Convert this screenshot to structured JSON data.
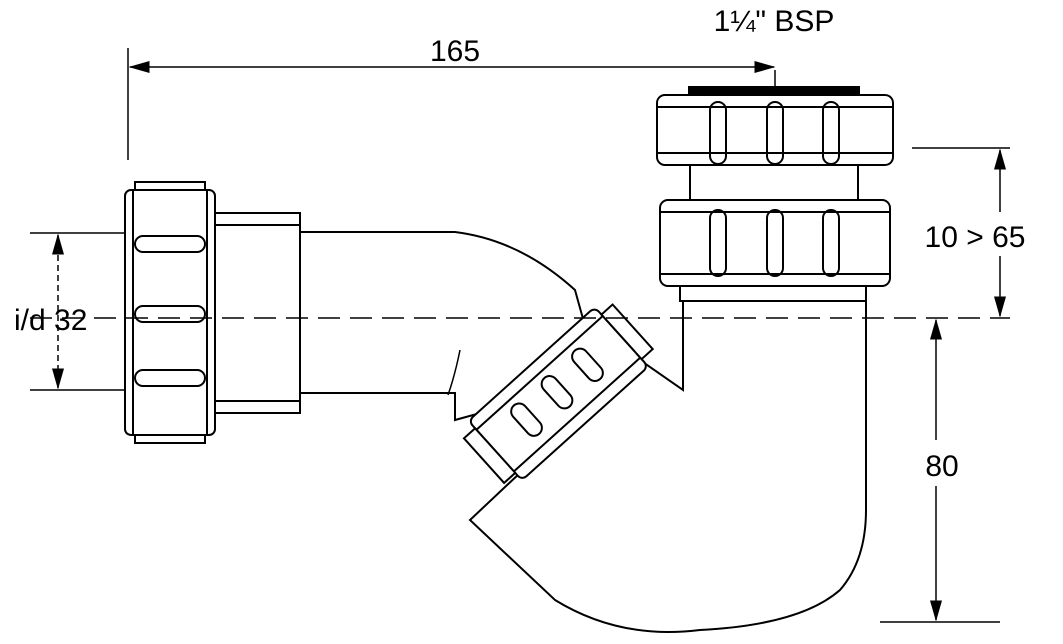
{
  "diagram": {
    "labels": {
      "width": "165",
      "thread": "1¼\" BSP",
      "height_adjust": "10 > 65",
      "inner_diameter": "i/d 32",
      "depth": "80"
    }
  }
}
